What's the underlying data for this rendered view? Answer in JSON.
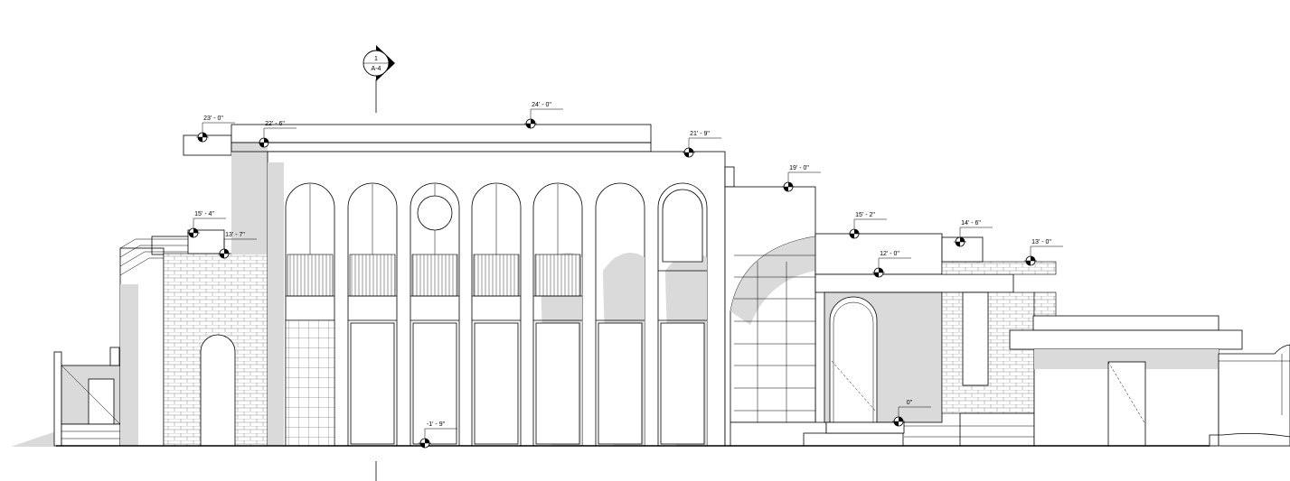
{
  "section_marker": {
    "number": "1",
    "sheet": "A-4"
  },
  "levels": [
    {
      "label": "23' - 0\""
    },
    {
      "label": "22' - 6\""
    },
    {
      "label": "24' - 0\""
    },
    {
      "label": "21' - 9\""
    },
    {
      "label": "19' - 0\""
    },
    {
      "label": "15' - 4\""
    },
    {
      "label": "13' - 7\""
    },
    {
      "label": "15' - 2\""
    },
    {
      "label": "14' - 6\""
    },
    {
      "label": "13' - 0\""
    },
    {
      "label": "12' - 0\""
    },
    {
      "label": "0\""
    },
    {
      "label": "-1' - 9\""
    }
  ],
  "colors": {
    "line": "#000000",
    "shadow": "#dadada",
    "background": "#ffffff"
  }
}
